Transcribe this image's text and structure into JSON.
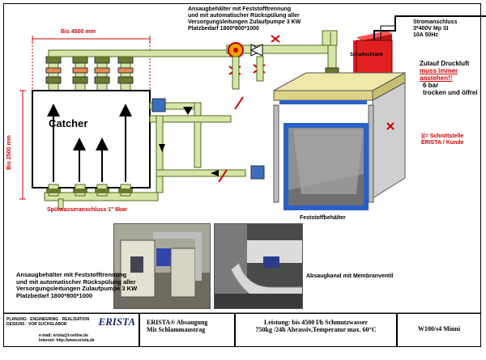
{
  "dimensions": {
    "bis_4500": "Bis 4500 mm",
    "bis_2500": "Bis 2500 mm"
  },
  "catcher_label": "Catcher",
  "top_note": {
    "line1": "Ansaugbehälter mit Feststofftrennung",
    "line2": "und mit automatischer Rückspülung aller",
    "line3": "Versorgungsleitungen Zulaufpumpe 3 KW",
    "line4": "Platzbedarf 1800*800*1000"
  },
  "power": {
    "line1": "Stromanschluss",
    "line2": "3*400V Mp SI",
    "line3": "10A 50Hz"
  },
  "cabinet_label": "Schaltschrank",
  "air": {
    "line1": "Zulauf Druckluft",
    "line2": "muss immer",
    "line3": "anstehen!!",
    "line4": "6 bar",
    "line5": "trocken und ölfrei"
  },
  "interface": {
    "line1": ")(= Schnittstelle",
    "line2": "ERISTA / Kunde"
  },
  "rinse_label": "Spülwasseranschluss 1\" 6bar",
  "solids_label": "Feststoffbehälter",
  "bottom_note": {
    "line1": "Ansaugbehälter mit Feststofftrennung",
    "line2": "und mit automatischer Rückspülung aller",
    "line3": "Versorgungsleitungen Zulaufpumpe 3 KW",
    "line4": "Platzbedarf 1800*800*1000"
  },
  "photo_caption": "Absaugkanal mit Membranventil",
  "footer": {
    "logo_text": "ERISTA",
    "company_lines": [
      "PLANUNG · ENGINEERING · REALISATION",
      "DESIGNS · VOR SUCHSLABOR"
    ],
    "contact_lines": [
      "e-mail: erista@t-online.de",
      "Internet: http://www.erista.de"
    ],
    "title_line1": "ERISTA® Absaugung",
    "title_line2": "Mit Schlammaustrag",
    "perf_line1": "Leistung: bis 4500 l/h Schmutzwasser",
    "perf_line2": "750kg /24h Abrassiv,Temperatur max. 60°C",
    "model": "W100/s4 Minni"
  },
  "colors": {
    "pipe": "#d6e5a8",
    "pipe_stroke": "#4d6b20",
    "cabinet": "#e02020",
    "tank_top": "#efe8a8",
    "tank_side": "#2a60c8",
    "dim": "#d00000"
  }
}
